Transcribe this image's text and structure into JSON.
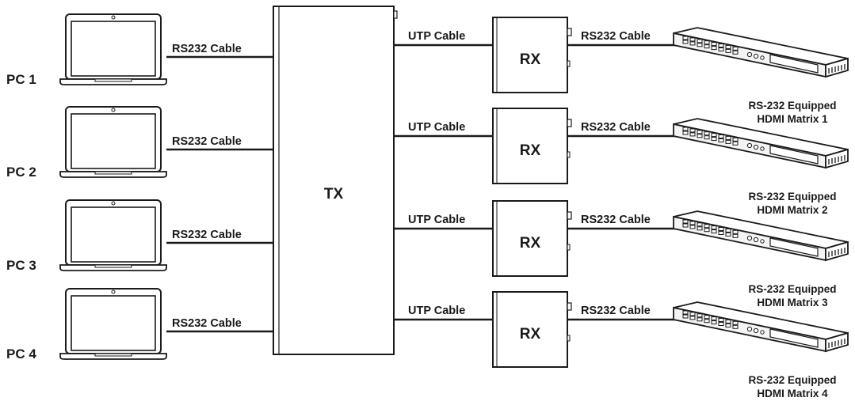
{
  "colors": {
    "line": "#1a1a1a",
    "fill": "#ffffff",
    "panel": "#f4f4f4"
  },
  "tx": {
    "label": "TX"
  },
  "pcs": [
    {
      "label": "PC 1",
      "cable": "RS232 Cable"
    },
    {
      "label": "PC 2",
      "cable": "RS232 Cable"
    },
    {
      "label": "PC 3",
      "cable": "RS232 Cable"
    },
    {
      "label": "PC 4",
      "cable": "RS232 Cable"
    }
  ],
  "receivers": [
    {
      "in_cable": "UTP Cable",
      "label": "RX",
      "out_cable": "RS232 Cable",
      "matrix_line1": "RS-232 Equipped",
      "matrix_line2": "HDMI Matrix 1"
    },
    {
      "in_cable": "UTP Cable",
      "label": "RX",
      "out_cable": "RS232 Cable",
      "matrix_line1": "RS-232 Equipped",
      "matrix_line2": "HDMI Matrix 2"
    },
    {
      "in_cable": "UTP Cable",
      "label": "RX",
      "out_cable": "RS232 Cable",
      "matrix_line1": "RS-232 Equipped",
      "matrix_line2": "HDMI Matrix 3"
    },
    {
      "in_cable": "UTP Cable",
      "label": "RX",
      "out_cable": "RS232 Cable",
      "matrix_line1": "RS-232 Equipped",
      "matrix_line2": "HDMI Matrix 4"
    }
  ]
}
